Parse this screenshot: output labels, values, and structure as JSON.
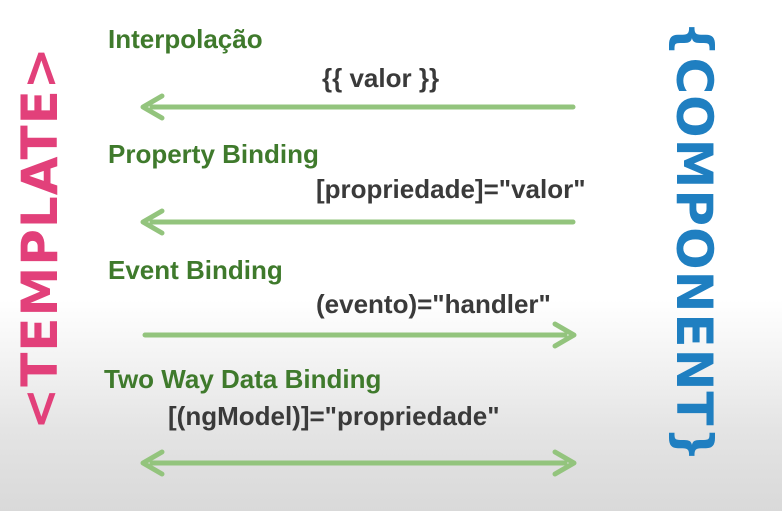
{
  "labels": {
    "template": "<TEMPLATE>",
    "component": "{COMPONENT}"
  },
  "rows": [
    {
      "title": "Interpolação",
      "code": "{{ valor }}",
      "direction": "to-template"
    },
    {
      "title": "Property Binding",
      "code": "[propriedade]=\"valor\"",
      "direction": "to-template"
    },
    {
      "title": "Event Binding",
      "code": "(evento)=\"handler\"",
      "direction": "to-component"
    },
    {
      "title": "Two Way Data Binding",
      "code": "[(ngModel)]=\"propriedade\"",
      "direction": "both"
    }
  ],
  "colors": {
    "template": "#e2407a",
    "component": "#1f7fc1",
    "title": "#3f7a2c",
    "code": "#3a3a3a",
    "arrow": "#93c47d"
  }
}
